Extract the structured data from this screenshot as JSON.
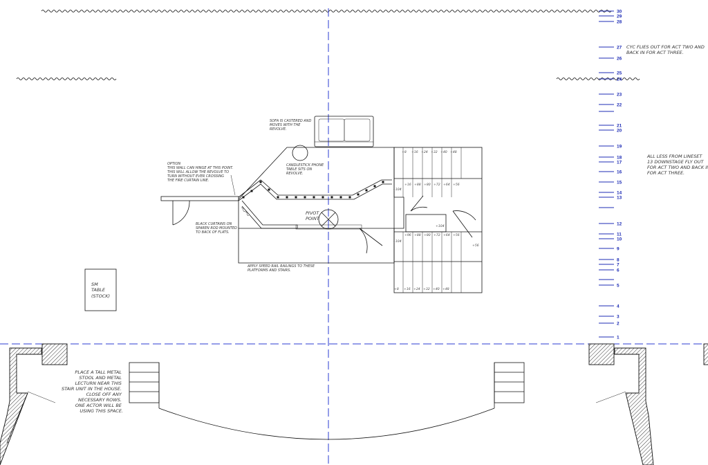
{
  "lineset_numbers": [
    "30",
    "29",
    "28",
    "27",
    "26",
    "25",
    "24",
    "23",
    "22",
    "21",
    "20",
    "19",
    "18",
    "17",
    "16",
    "15",
    "14",
    "13",
    "12",
    "11",
    "10",
    "9",
    "8",
    "7",
    "6",
    "5",
    "4",
    "3",
    "2",
    "1"
  ],
  "notes": {
    "cyc_flies": [
      "CYC FLIES OUT FOR ACT TWO AND",
      "BACK IN FOR ACT THREE."
    ],
    "linesets": [
      "ALL LESS FROM LINESET",
      "13 DOWNSTAGE FLY OUT",
      "FOR ACT TWO AND BACK IN",
      "FOR ACT THREE."
    ],
    "sofa": [
      "SOFA IS CASTERED AND",
      "MOVES WITH THE",
      "REVOLVE."
    ],
    "candlestick": [
      "CANDLESTICK PHONE",
      "TABLE SITS ON",
      "REVOLVE."
    ],
    "option": [
      "OPTION",
      "THIS WALL CAN HINGE AT THIS POINT.",
      "THIS WILL ALLOW THE REVOLVE TO",
      "TURN WITHOUT EVER CROSSING",
      "THE FIRE CURTAIN LINE."
    ],
    "curtains": [
      "BLACK CURTAINS ON",
      "SPAREN ROD MOUNTED",
      "TO BACK OF FLATS."
    ],
    "railings": [
      "APPLY SPEED RAIL RAILINGS TO THESE",
      "PLATFORMS AND STAIRS."
    ],
    "pivot": [
      "PIVOT",
      "POINT"
    ],
    "sm_table": [
      "SM",
      "TABLE",
      "(STOCK)"
    ],
    "lectern": [
      "PLACE A TALL METAL",
      "STOOL AND METAL",
      "LECTURN NEAR THIS",
      "STAIR UNIT IN THE HOUSE.",
      "CLOSE OFF ANY",
      "NECESSARY ROWS.",
      "ONE ACTOR WILL BE",
      "USING THIS SPACE."
    ]
  },
  "stair_heights": {
    "top_row": [
      "+8",
      "+16",
      "+24",
      "+32",
      "+40",
      "+48"
    ],
    "upper_row": [
      "+16",
      "+88",
      "+80",
      "+72",
      "+64",
      "+56"
    ],
    "mid": [
      "+104",
      "+104"
    ],
    "lower_row": [
      "+96",
      "+88",
      "+80",
      "+72",
      "+64",
      "+56"
    ],
    "bottom_row": [
      "+8",
      "+16",
      "+24",
      "+32",
      "+40",
      "+48"
    ],
    "side": [
      "+104"
    ]
  },
  "colors": {
    "lineset": "#1c2bb5",
    "centerline": "#2b3bd1",
    "ink": "#111111"
  }
}
